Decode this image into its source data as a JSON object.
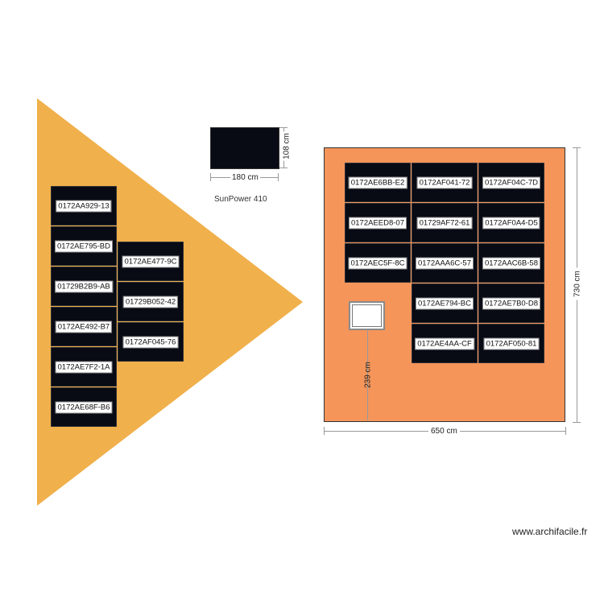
{
  "legend": {
    "width_label": "180 cm",
    "height_label": "108 cm",
    "model": "SunPower 410"
  },
  "triangle_panels": [
    "0172AA929-13",
    "0172AE795-BD",
    "01729B2B9-AB",
    "0172AE492-B7",
    "0172AE7F2-1A",
    "0172AE68F-B6"
  ],
  "triangle_panels_b": [
    "0172AE477-9C",
    "01729B052-42",
    "0172AF045-76"
  ],
  "roof_panels": {
    "row1": [
      "0172AE6BB-E2",
      "0172AF041-72",
      "0172AF04C-7D"
    ],
    "row2": [
      "0172AEED8-07",
      "01729AF72-61",
      "0172AF0A4-D5"
    ],
    "row3": [
      "0172AEC5F-8C",
      "0172AAA6C-57",
      "0172AAC6B-58"
    ],
    "row4": [
      "0172AE794-BC",
      "0172AE7B0-D8"
    ],
    "row5": [
      "0172AE4AA-CF",
      "0172AF050-81"
    ]
  },
  "roof_dims": {
    "width_label": "650 cm",
    "height_label": "730 cm",
    "window_offset_label": "239 cm"
  },
  "watermark": "www.archifacile.fr",
  "colors": {
    "triangle": "#f0b04b",
    "roof": "#f5955a",
    "panel": "#080a14"
  }
}
